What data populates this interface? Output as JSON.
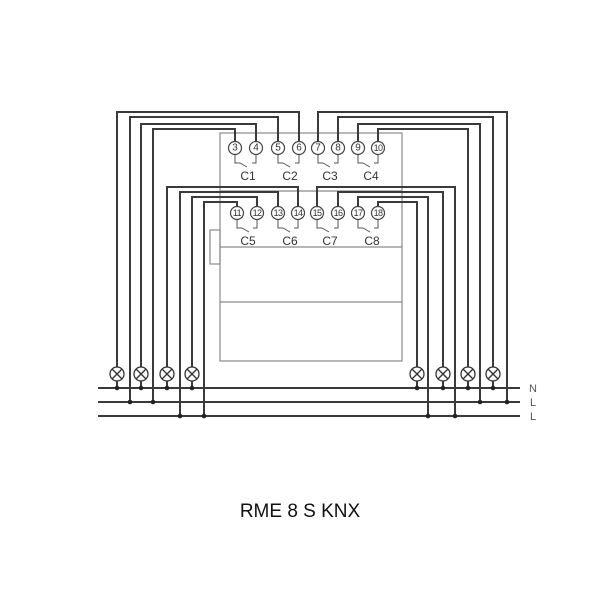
{
  "title": "RME 8 S KNX",
  "device": {
    "terminals_top": [
      "3",
      "4",
      "5",
      "6",
      "7",
      "8",
      "9",
      "10"
    ],
    "terminals_bottom": [
      "11",
      "12",
      "13",
      "14",
      "15",
      "16",
      "17",
      "18"
    ],
    "channels_top": [
      "C1",
      "C2",
      "C3",
      "C4"
    ],
    "channels_bottom": [
      "C5",
      "C6",
      "C7",
      "C8"
    ]
  },
  "bus": {
    "labels": [
      "N",
      "L",
      "L"
    ]
  },
  "lamps": {
    "count": 8,
    "icon": "lamp-icon"
  },
  "colors": {
    "wire": "#3a3a3a",
    "outline": "#8a8a8a",
    "text": "#333333"
  }
}
